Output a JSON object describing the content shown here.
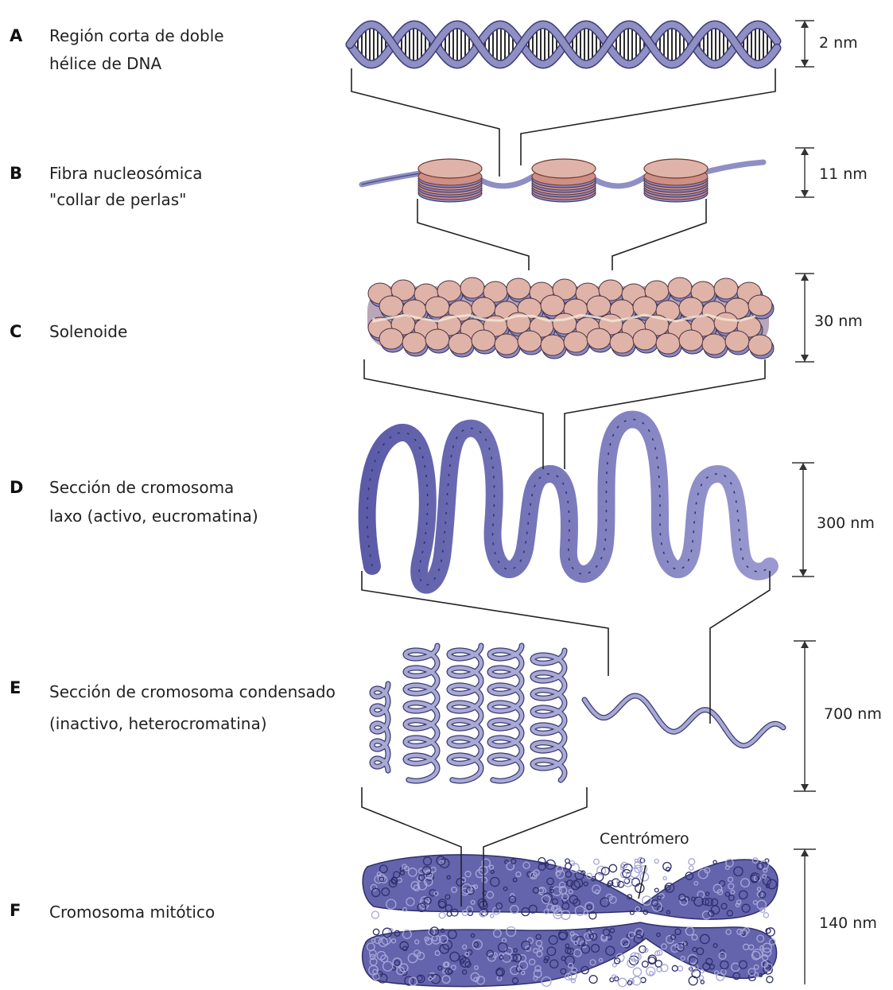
{
  "levels": [
    {
      "letter": "A",
      "lines": [
        "Región corta de doble",
        "hélice de DNA"
      ],
      "scale": "2 nm"
    },
    {
      "letter": "B",
      "lines": [
        "Fibra nucleosómica",
        "\"collar de perlas\""
      ],
      "scale": "11 nm"
    },
    {
      "letter": "C",
      "lines": [
        "Solenoide"
      ],
      "scale": "30 nm"
    },
    {
      "letter": "D",
      "lines": [
        "Sección de cromosoma",
        "laxo (activo, eucromatina)"
      ],
      "scale": "300 nm"
    },
    {
      "letter": "E",
      "lines": [
        "Sección de cromosoma condensado",
        "(inactivo, heterocromatina)"
      ],
      "scale": "700 nm"
    },
    {
      "letter": "F",
      "lines": [
        "Cromosoma mitótico"
      ],
      "scale": "140 nm"
    }
  ],
  "callout": {
    "centromere": "Centrómero"
  },
  "colors": {
    "dna_strand": "#8f8fc4",
    "dna_rung": "#2a2a2a",
    "nucleosome": "#e0b3a8",
    "nucleosome_band": "#8a86c0",
    "chromatin": "#7b7bbf",
    "chromatin_dark": "#4b4b9a",
    "chromosome": "#5a5aa6"
  }
}
